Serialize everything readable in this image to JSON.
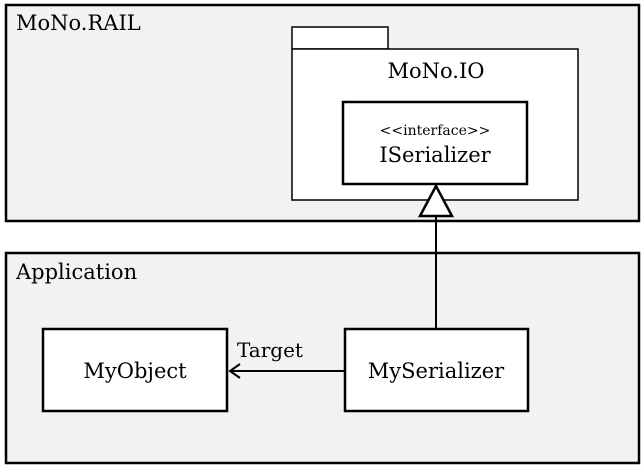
{
  "diagram": {
    "packages": {
      "rail": {
        "name": "MoNo.RAIL"
      },
      "io": {
        "name": "MoNo.IO"
      },
      "application": {
        "name": "Application"
      }
    },
    "classes": {
      "iserializer": {
        "stereotype": "<<interface>>",
        "name": "ISerializer"
      },
      "myobject": {
        "name": "MyObject"
      },
      "myserializer": {
        "name": "MySerializer"
      }
    },
    "relations": {
      "association": {
        "label": "Target"
      }
    },
    "colors": {
      "package_fill": "#f2f2f2",
      "class_fill": "#ffffff",
      "stroke": "#000000"
    }
  }
}
